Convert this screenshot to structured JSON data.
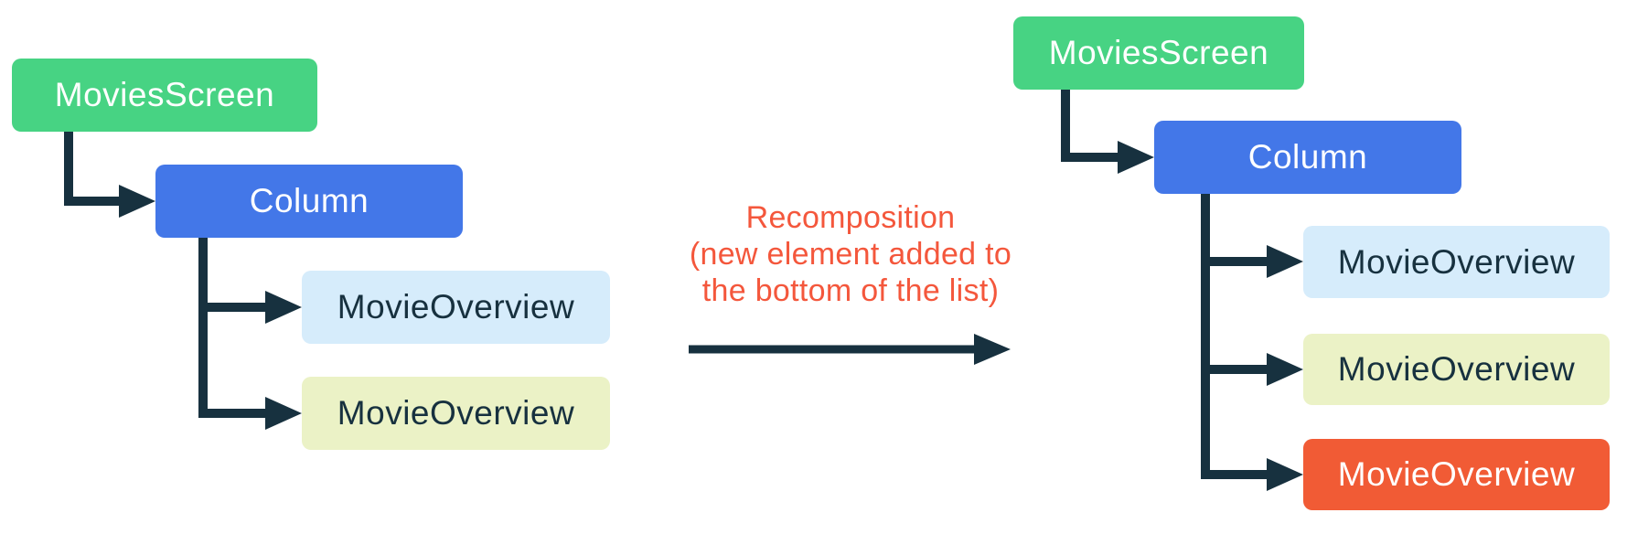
{
  "palette": {
    "green": "#47D383",
    "blue": "#4377E8",
    "light_blue": "#D6ECFB",
    "light_yellow_green": "#EBF2C6",
    "orange": "#F15B35",
    "caption_orange": "#F4573C",
    "line_dark": "#17313F",
    "text_light": "#FFFFFF",
    "text_dark": "#17313F",
    "background": "#FFFFFF"
  },
  "caption": {
    "line1": "Recomposition",
    "line2": "(new element added to",
    "line3": "the bottom of the list)"
  },
  "left_tree": {
    "root": "MoviesScreen",
    "container": "Column",
    "children": [
      "MovieOverview",
      "MovieOverview"
    ]
  },
  "right_tree": {
    "root": "MoviesScreen",
    "container": "Column",
    "children": [
      "MovieOverview",
      "MovieOverview",
      "MovieOverview"
    ]
  }
}
